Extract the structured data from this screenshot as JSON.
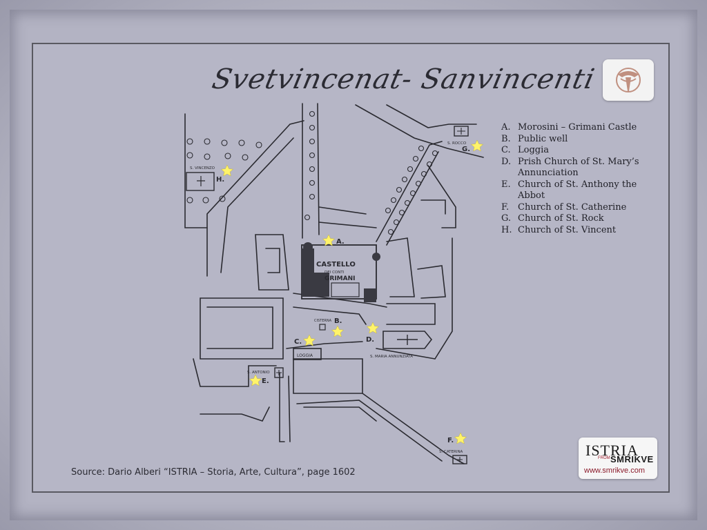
{
  "title": "Svetvincenat- Sanvincenti",
  "legend": [
    {
      "letter": "A.",
      "text": "Morosini – Grimani Castle"
    },
    {
      "letter": "B.",
      "text": "Public well"
    },
    {
      "letter": "C.",
      "text": "Loggia"
    },
    {
      "letter": "D.",
      "text": "Prish Church of St. Mary’s Annunciation"
    },
    {
      "letter": "E.",
      "text": "Church of St. Anthony the Abbot"
    },
    {
      "letter": "F.",
      "text": "Church of St. Catherine"
    },
    {
      "letter": "G.",
      "text": "Church of St. Rock"
    },
    {
      "letter": "H.",
      "text": "Church of St. Vincent"
    }
  ],
  "source": "Source: Dario Alberi “ISTRIA – Storia, Arte, Cultura”, page 1602",
  "map_labels": {
    "castello": "CASTELLO",
    "dei_conti": "DEI CONTI",
    "grimani": "GRIMANI",
    "cisterna": "CISTERNA",
    "loggia": "LOGGIA",
    "s_maria": "S. MARIA ANNUNZIATA",
    "s_antonio": "S. ANTONIO",
    "s_caterina": "S. CATERINA",
    "s_rocco": "S. ROCCO",
    "s_vincenzo": "S. VINCENZO",
    "a": "A.",
    "b": "B.",
    "c": "C.",
    "d": "D.",
    "e": "E.",
    "f": "F.",
    "g": "G.",
    "h": "H."
  },
  "logo": {
    "istria": "ISTRIA",
    "from": "FROM",
    "smrikve": "SMRIKVE",
    "url": "www.smrikve.com"
  },
  "colors": {
    "star": "#fff36a",
    "ink": "#2a2a30",
    "paper": "#b6b6c6"
  },
  "icons": {
    "marker": "star-icon",
    "church": "cross-icon",
    "tree": "tree-icon",
    "brand": "istria-emblem-icon"
  }
}
